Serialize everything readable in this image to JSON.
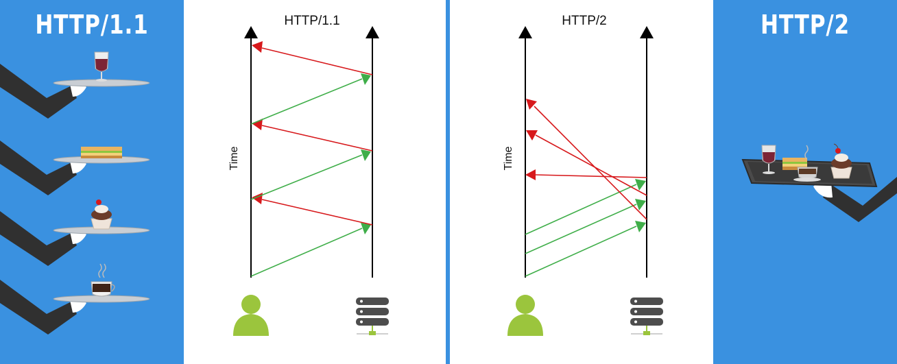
{
  "colors": {
    "panel_blue": "#3a91e0",
    "request_green": "#3fae49",
    "response_red": "#d7191c",
    "user_green": "#9bc53d",
    "server_gray": "#4d4d4d",
    "arm_dark": "#303030",
    "tray_silver": "#c9ced4"
  },
  "left_panel": {
    "title": "HTTP/1.1",
    "items": [
      "wine-glass",
      "sandwich",
      "cupcake",
      "coffee-cup"
    ]
  },
  "right_panel": {
    "title": "HTTP/2",
    "items": [
      "wine-glass",
      "sandwich",
      "coffee-cup",
      "cupcake"
    ]
  },
  "diagram_http11": {
    "title": "HTTP/1.1",
    "time_label": "Time",
    "client_icon": "user-icon",
    "server_icon": "server-icon"
  },
  "diagram_http2": {
    "title": "HTTP/2",
    "time_label": "Time",
    "client_icon": "user-icon",
    "server_icon": "server-icon"
  }
}
